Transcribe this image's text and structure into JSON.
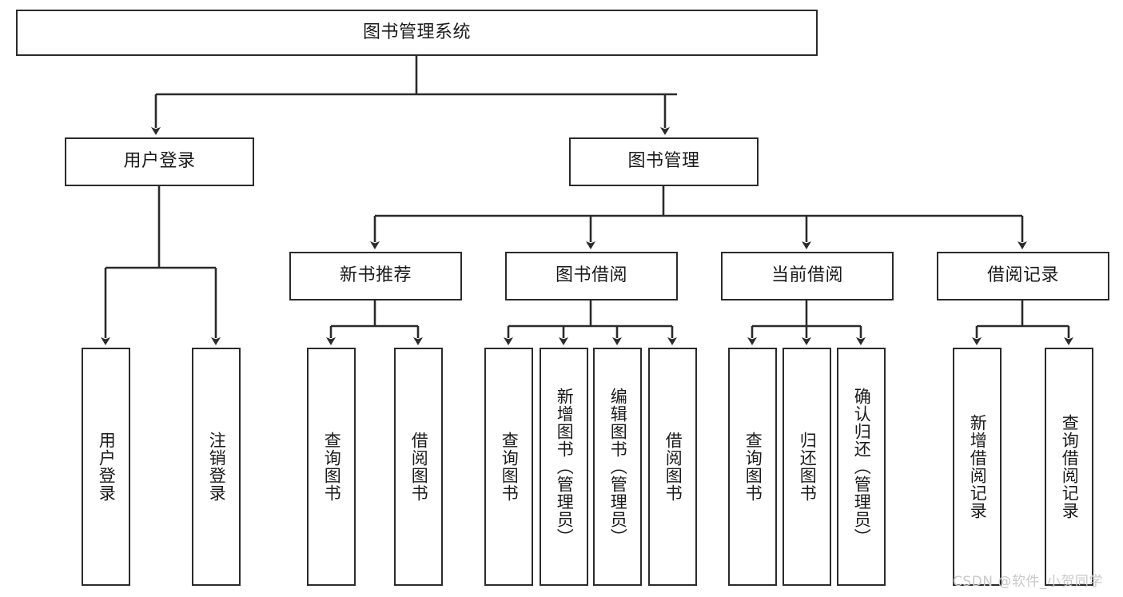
{
  "diagram": {
    "type": "hierarchy-tree",
    "title": "图书管理系统",
    "watermark": "CSDN @软件_小贺同学",
    "colors": {
      "background": "#ffffff",
      "box_border": "#2b2b2b",
      "box_fill": "#ffffff",
      "text": "#1a1a1a",
      "connector": "#2b2b2b",
      "watermark": "#c9c9c9"
    },
    "root": {
      "label": "图书管理系统"
    },
    "level2": [
      {
        "id": "user-login",
        "label": "用户登录"
      },
      {
        "id": "book-manage",
        "label": "图书管理"
      }
    ],
    "level3": [
      {
        "id": "new-book-rec",
        "label": "新书推荐",
        "parent": "book-manage"
      },
      {
        "id": "book-borrow",
        "label": "图书借阅",
        "parent": "book-manage"
      },
      {
        "id": "current-borrow",
        "label": "当前借阅",
        "parent": "book-manage"
      },
      {
        "id": "borrow-record",
        "label": "借阅记录",
        "parent": "book-manage"
      }
    ],
    "leaves": {
      "user-login": [
        {
          "id": "leaf-user-login",
          "label": "用户登录"
        },
        {
          "id": "leaf-logout",
          "label": "注销登录"
        }
      ],
      "new-book-rec": [
        {
          "id": "leaf-query-book-1",
          "label": "查询图书"
        },
        {
          "id": "leaf-borrow-book-1",
          "label": "借阅图书"
        }
      ],
      "book-borrow": [
        {
          "id": "leaf-query-book-2",
          "label": "查询图书"
        },
        {
          "id": "leaf-add-book",
          "label": "新增图书（管理员）"
        },
        {
          "id": "leaf-edit-book",
          "label": "编辑图书（管理员）"
        },
        {
          "id": "leaf-borrow-book-2",
          "label": "借阅图书"
        }
      ],
      "current-borrow": [
        {
          "id": "leaf-query-book-3",
          "label": "查询图书"
        },
        {
          "id": "leaf-return-book",
          "label": "归还图书"
        },
        {
          "id": "leaf-confirm-return",
          "label": "确认归还（管理员）"
        }
      ],
      "borrow-record": [
        {
          "id": "leaf-add-record",
          "label": "新增借阅记录"
        },
        {
          "id": "leaf-query-record",
          "label": "查询借阅记录"
        }
      ]
    }
  }
}
